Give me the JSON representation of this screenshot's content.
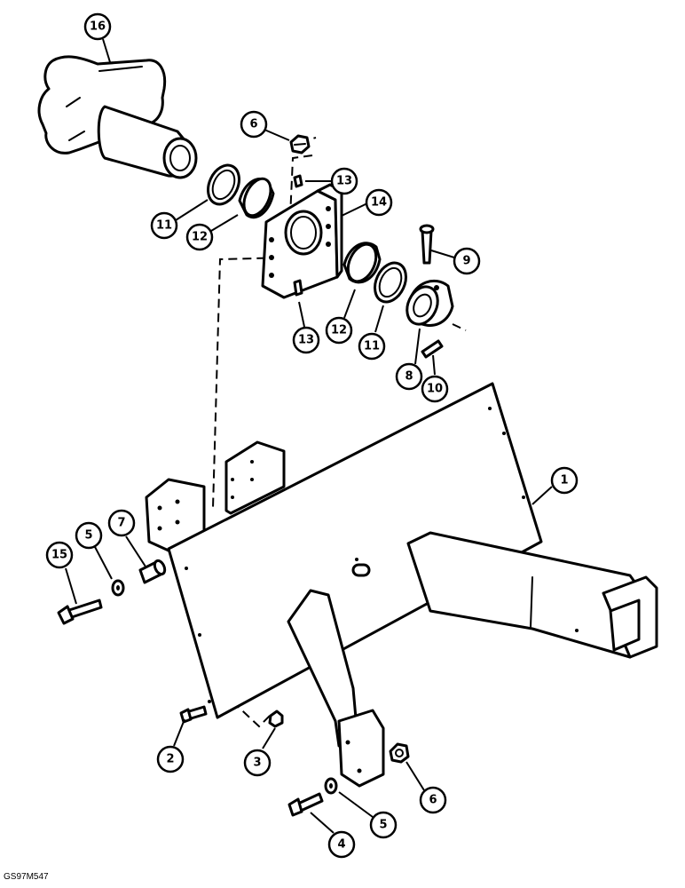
{
  "figure_code": "GS97M547",
  "callouts": {
    "c16": "16",
    "c6a": "6",
    "c13a": "13",
    "c14": "14",
    "c11a": "11",
    "c12a": "12",
    "c9": "9",
    "c13b": "13",
    "c12b": "12",
    "c11b": "11",
    "c8": "8",
    "c10": "10",
    "c1": "1",
    "c7": "7",
    "c5a": "5",
    "c15": "15",
    "c2": "2",
    "c3": "3",
    "c6b": "6",
    "c5b": "5",
    "c4": "4"
  }
}
